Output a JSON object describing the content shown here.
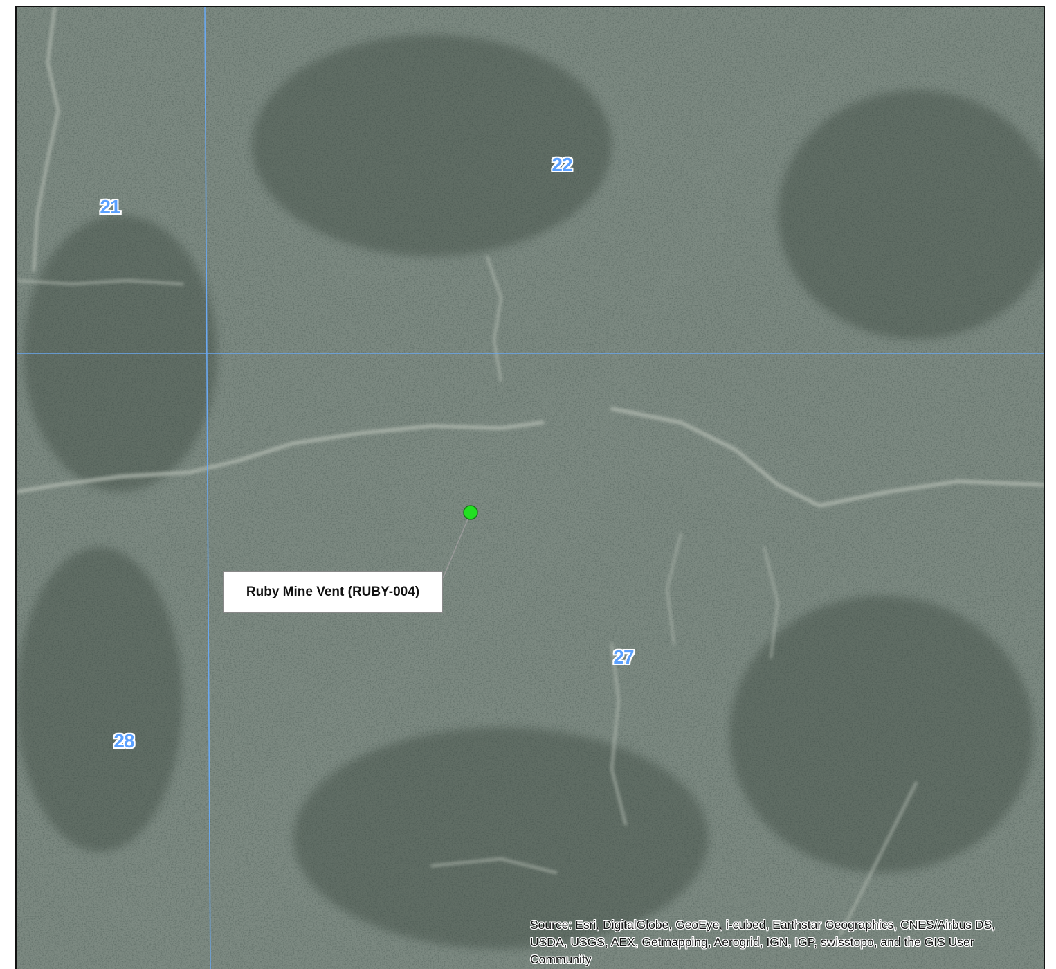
{
  "map": {
    "section_labels": [
      {
        "id": "21",
        "text": "21"
      },
      {
        "id": "22",
        "text": "22"
      },
      {
        "id": "27",
        "text": "27"
      },
      {
        "id": "28",
        "text": "28"
      }
    ],
    "feature": {
      "label": "Ruby Mine Vent (RUBY-004)",
      "marker_color": "#22e022"
    },
    "source_credit": "Source: Esri, DigitalGlobe, GeoEye, i-cubed, Earthstar Geographics, CNES/Airbus DS, USDA, USGS, AEX, Getmapping, Aerogrid, IGN, IGP, swisstopo, and the GIS User Community",
    "colors": {
      "section_line": "#6aa8f0",
      "section_label": "#5aa0ff",
      "vegetation": "#3d4d44",
      "clearing": "#9aa69c"
    }
  }
}
